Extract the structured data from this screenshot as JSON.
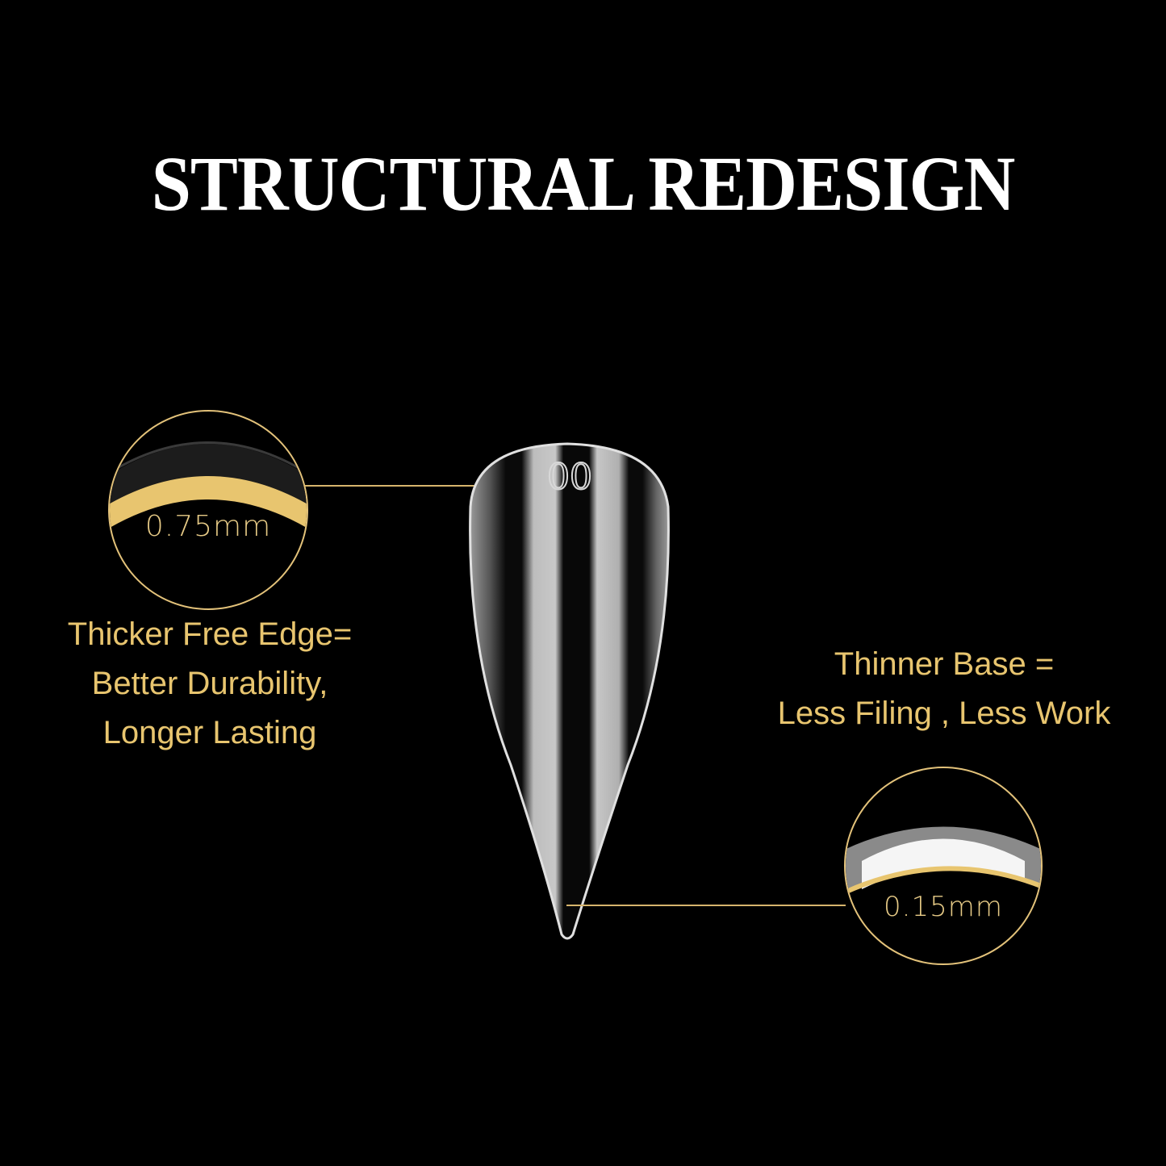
{
  "title": "STRUCTURAL REDESIGN",
  "colors": {
    "background": "#000000",
    "title": "#ffffff",
    "accent_gold": "#e3c27a",
    "caption_gold": "#e8c56f"
  },
  "callouts": {
    "free_edge": {
      "measurement": "0.75mm",
      "caption_lines": [
        "Thicker Free Edge=",
        "Better Durability,",
        "Longer Lasting"
      ]
    },
    "base": {
      "measurement": "0.15mm",
      "caption_lines": [
        "Thinner Base =",
        "Less Filing , Less Work"
      ]
    }
  },
  "product": {
    "size_marking": "00",
    "image_alt": "clear stiletto nail tip"
  }
}
